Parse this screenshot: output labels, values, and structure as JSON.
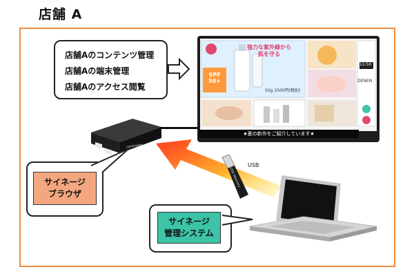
{
  "title": "店舗 A",
  "info_box": {
    "lines": [
      "店舗Aのコンテンツ管理",
      "店舗Aの端末管理",
      "店舗Aのアクセス閲覧"
    ]
  },
  "signage_browser_label": "サイネージ\nブラウザ",
  "signage_browser": {
    "line1": "サイネージ",
    "line2": "ブラウザ"
  },
  "management_system": {
    "line1": "サイネージ",
    "line2": "管理システム"
  },
  "usb": {
    "label": "USB",
    "stick_text": "USB Memory"
  },
  "controller_label": "controller",
  "display": {
    "ticker": "★夏の新作をご紹介しています★",
    "panel_main_text": "強力な紫外線から\n肌を守る",
    "panel_main_title": "強力な紫外線から",
    "panel_main_title2": "肌を守る",
    "spf": "SPF\n50+",
    "spf_top": "SPF",
    "spf_value": "50+",
    "price": "50g 2500円(税別)",
    "clock": "11:50",
    "brand": "DENEN"
  },
  "colors": {
    "frame": "#f08a3c",
    "browser_tag": "#f4a77f",
    "mgmt_tag": "#3cc3a8",
    "arrow_start": "#ffe44d",
    "arrow_end": "#ff3a1e"
  }
}
